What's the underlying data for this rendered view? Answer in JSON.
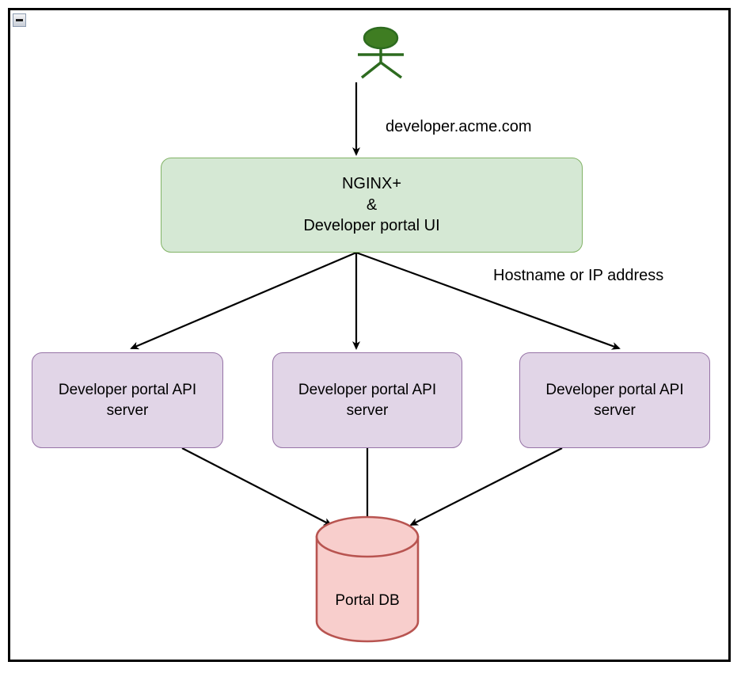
{
  "window": {
    "collapse_button": {
      "icon": "minus-icon",
      "title": "Collapse"
    }
  },
  "diagram": {
    "type": "architecture-diagram",
    "actor": {
      "name": "user-actor",
      "icon": "stick-figure-icon",
      "color": "#2d6b1f"
    },
    "nodes": [
      {
        "id": "nginx-portal-ui",
        "shape": "rounded-rectangle",
        "lines": [
          "NGINX+",
          "&",
          "Developer portal UI"
        ],
        "fill": "#d5e8d4",
        "stroke": "#82b366"
      },
      {
        "id": "api-server-1",
        "shape": "rounded-rectangle",
        "lines": [
          "Developer portal API",
          "server"
        ],
        "fill": "#e1d5e7",
        "stroke": "#9673a6"
      },
      {
        "id": "api-server-2",
        "shape": "rounded-rectangle",
        "lines": [
          "Developer portal API",
          "server"
        ],
        "fill": "#e1d5e7",
        "stroke": "#9673a6"
      },
      {
        "id": "api-server-3",
        "shape": "rounded-rectangle",
        "lines": [
          "Developer portal API",
          "server"
        ],
        "fill": "#e1d5e7",
        "stroke": "#9673a6"
      },
      {
        "id": "portal-db",
        "shape": "cylinder",
        "label": "Portal DB",
        "fill": "#f8cecc",
        "stroke": "#b85450"
      }
    ],
    "edge_labels": [
      {
        "id": "developer-domain-label",
        "text": "developer.acme.com"
      },
      {
        "id": "hostname-label",
        "text": "Hostname or IP address"
      }
    ],
    "edges": [
      {
        "from": "user-actor",
        "to": "nginx-portal-ui",
        "label": "developer.acme.com"
      },
      {
        "from": "nginx-portal-ui",
        "to": "api-server-1",
        "label": "Hostname or IP address"
      },
      {
        "from": "nginx-portal-ui",
        "to": "api-server-2",
        "label": "Hostname or IP address"
      },
      {
        "from": "nginx-portal-ui",
        "to": "api-server-3",
        "label": "Hostname or IP address"
      },
      {
        "from": "api-server-1",
        "to": "portal-db",
        "label": ""
      },
      {
        "from": "api-server-2",
        "to": "portal-db",
        "label": ""
      },
      {
        "from": "api-server-3",
        "to": "portal-db",
        "label": ""
      }
    ]
  }
}
